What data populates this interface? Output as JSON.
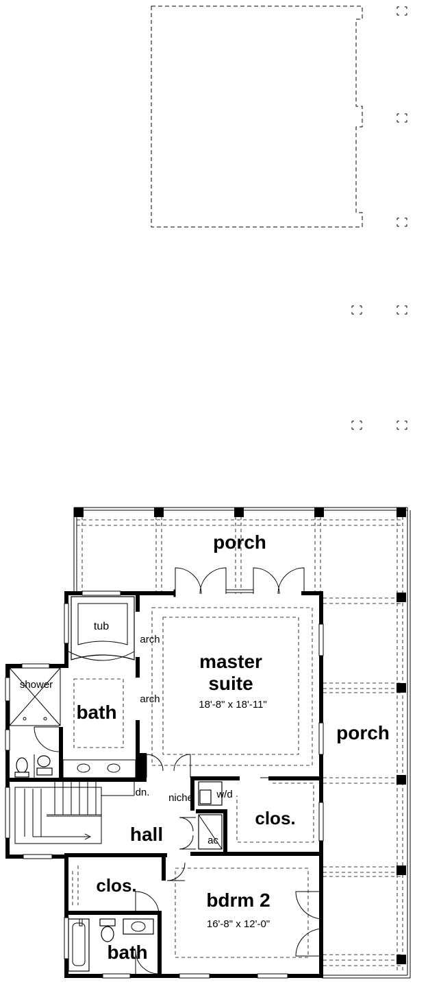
{
  "plan": {
    "rooms": {
      "porch_top": "porch",
      "porch_right": "porch",
      "master_line1": "master",
      "master_line2": "suite",
      "master_dims": "18'-8\" x 18'-11\"",
      "bath_master": "bath",
      "tub": "tub",
      "shower": "shower",
      "arch_upper": "arch",
      "arch_lower": "arch",
      "closet_master": "clos.",
      "hall": "hall",
      "stairs_down": "dn.",
      "niche": "niche",
      "washer_dryer": "w/d",
      "ac": "ac",
      "closet_bdrm2": "clos.",
      "bdrm2": "bdrm 2",
      "bdrm2_dims": "16'-8\" x 12'-0\"",
      "bath_2": "bath"
    }
  }
}
